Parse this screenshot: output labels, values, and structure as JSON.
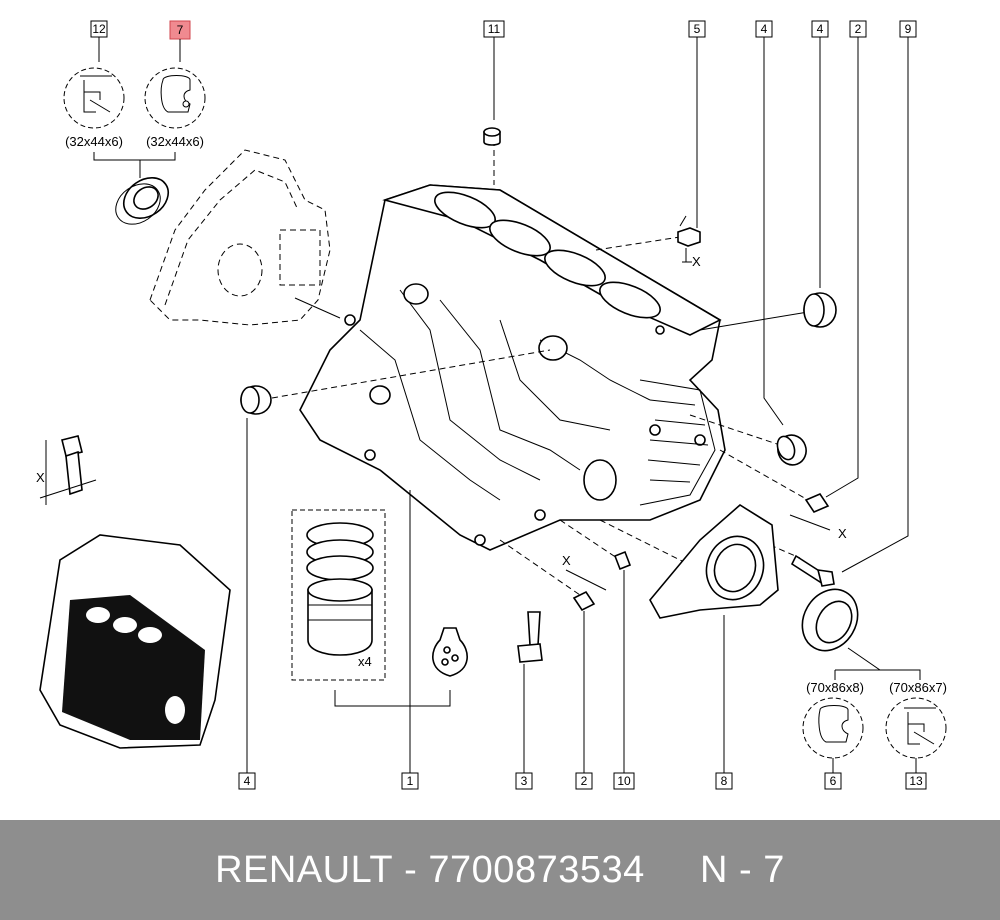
{
  "callouts": {
    "c12": "12",
    "c7": "7",
    "c11": "11",
    "c5": "5",
    "c4a": "4",
    "c4b": "4",
    "c2a": "2",
    "c9": "9",
    "c4c": "4",
    "c1": "1",
    "c3": "3",
    "c2b": "2",
    "c10": "10",
    "c8": "8",
    "c6": "6",
    "c13": "13"
  },
  "highlight_color": "#e8747c",
  "dimensions": {
    "seal_front_a": "(32x44x6)",
    "seal_front_b": "(32x44x6)",
    "seal_rear_a": "(70x86x8)",
    "seal_rear_b": "(70x86x7)"
  },
  "labels": {
    "x_dim_1": "X",
    "x_dim_2": "X",
    "x_dim_3": "X",
    "x_dim_4": "X",
    "qty_pistons": "x4"
  },
  "footer": {
    "brand": "RENAULT",
    "separator": " - ",
    "part_number": "7700873534",
    "ref": "N - 7"
  }
}
